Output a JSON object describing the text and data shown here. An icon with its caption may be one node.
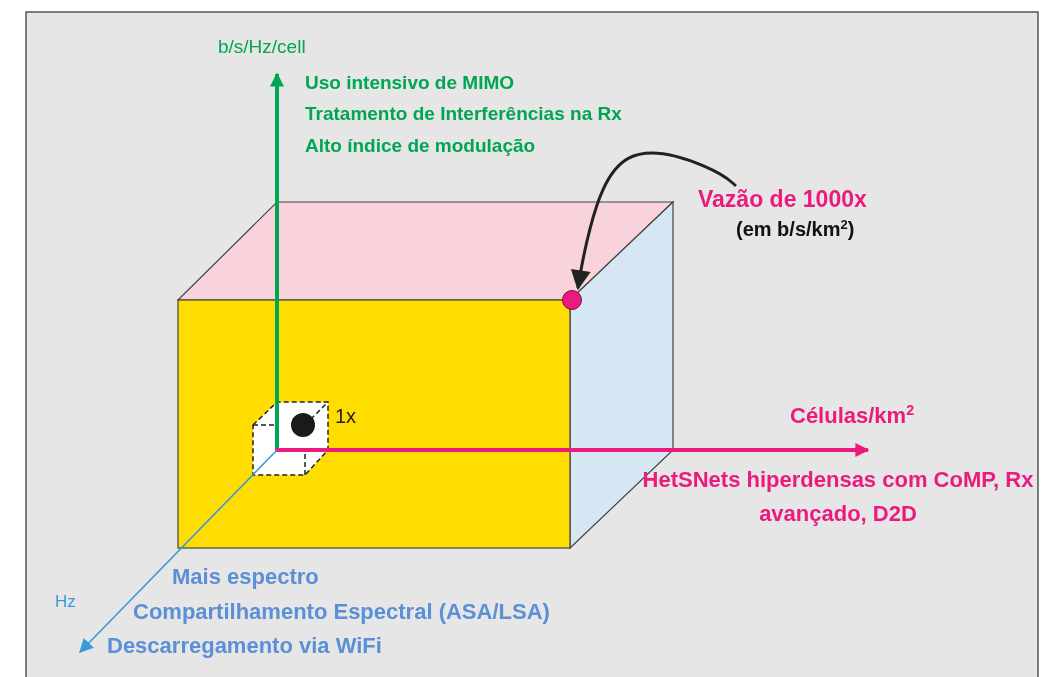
{
  "diagram": {
    "nodes": [
      {
        "text": [
          "Vazão de 1000x",
          "(em b/s/km$^{2}$)"
        ]
      },
      {
        "text": [],
        "shape": "circle"
      }
    ],
    "edges": [
      {
        "from": 0,
        "to": 1,
        "arrow": "to"
      }
    ],
    "labels": [
      "b/s/Hz/cell",
      "Uso intensivo de MIMO",
      "Tratamento de Interferências na Rx",
      "Alto índice de modulação",
      "1x",
      "Células/km$^{2}$",
      "HetSNets hiperdensas com CoMP, Rx avançado, D2D",
      "Mais espectro",
      "Hz",
      "Compartilhamento Espectral (ASA/LSA)",
      "Descarregamento via WiFi"
    ]
  }
}
